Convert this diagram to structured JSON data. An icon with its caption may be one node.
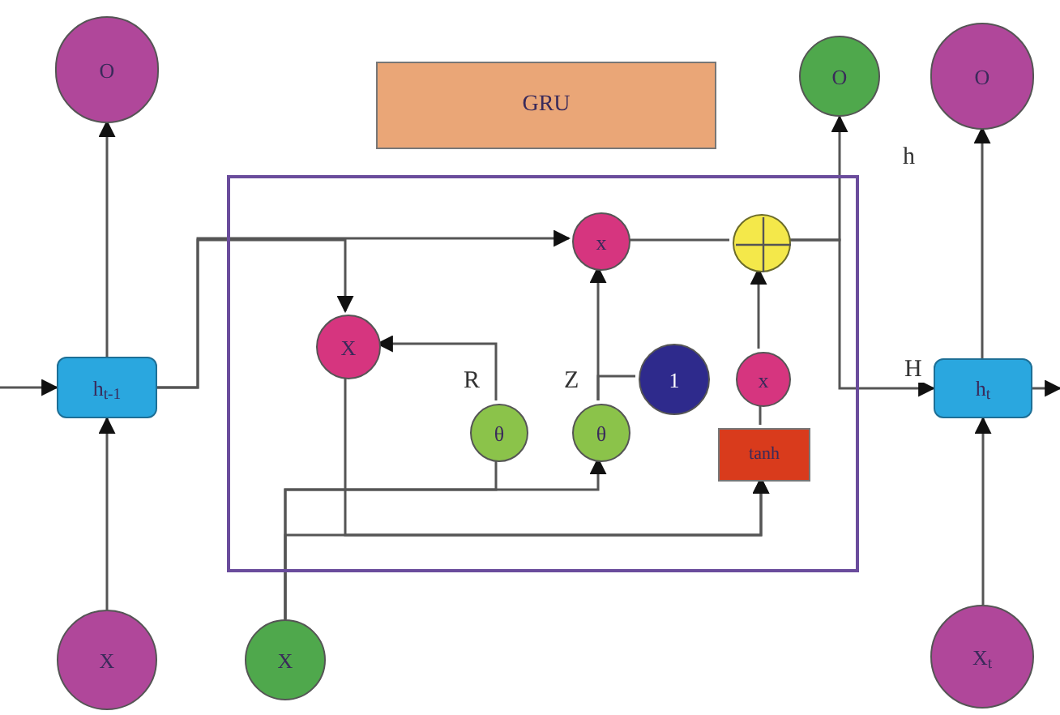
{
  "diagram": {
    "nodes": [
      {
        "text": [
          "O"
        ]
      },
      {
        "text": [
          "GRU"
        ]
      },
      {
        "text": [
          "O"
        ]
      },
      {
        "text": [
          "O"
        ]
      },
      {
        "text": [],
        "shape": "box"
      },
      {
        "text": [
          "x"
        ],
        "in": 4
      },
      {
        "text": [],
        "shape": "circle",
        "in": 4
      },
      {
        "text": [
          "X"
        ],
        "in": 4
      },
      {
        "text": [
          "θ"
        ],
        "in": 4
      },
      {
        "text": [
          "θ"
        ],
        "in": 4
      },
      {
        "text": [
          "1"
        ],
        "in": 4
      },
      {
        "text": [
          "x"
        ],
        "in": 4
      },
      {
        "text": [
          "tanh"
        ],
        "in": 4
      },
      {
        "text": [
          "h$_{t-1}$"
        ]
      },
      {
        "text": [
          "h$_{t}$"
        ]
      },
      {
        "text": [
          "X"
        ]
      },
      {
        "text": [
          "X"
        ]
      },
      {
        "text": [
          "X$_{t}$"
        ]
      }
    ],
    "edges": [
      {
        "from": 15,
        "to": 13,
        "arrow": "to"
      },
      {
        "from": 13,
        "to": 0,
        "arrow": "to"
      },
      {
        "from": null,
        "to": 13,
        "arrow": "to"
      },
      {
        "from": 13,
        "to": 5,
        "arrow": "to"
      },
      {
        "from": 13,
        "to": 7,
        "arrow": "to"
      },
      {
        "from": 5,
        "to": 6,
        "arrow": "none"
      },
      {
        "from": 6,
        "to": 2,
        "arrow": "to",
        "label": "h"
      },
      {
        "from": 6,
        "to": 14,
        "arrow": "to",
        "label": "H"
      },
      {
        "from": 8,
        "to": 7,
        "arrow": "to",
        "label": "R"
      },
      {
        "from": 9,
        "to": 5,
        "arrow": "to",
        "label": "Z"
      },
      {
        "from": 9,
        "to": 10,
        "arrow": "none"
      },
      {
        "from": 7,
        "to": 12,
        "arrow": "to"
      },
      {
        "from": 16,
        "to": 12,
        "arrow": "to"
      },
      {
        "from": 16,
        "to": 9,
        "arrow": "to"
      },
      {
        "from": 16,
        "to": 8,
        "arrow": "none"
      },
      {
        "from": 12,
        "to": 11,
        "arrow": "none"
      },
      {
        "from": 11,
        "to": 6,
        "arrow": "to"
      },
      {
        "from": 17,
        "to": 14,
        "arrow": "to"
      },
      {
        "from": 14,
        "to": 3,
        "arrow": "to"
      },
      {
        "from": 14,
        "to": null,
        "arrow": "to"
      }
    ]
  }
}
